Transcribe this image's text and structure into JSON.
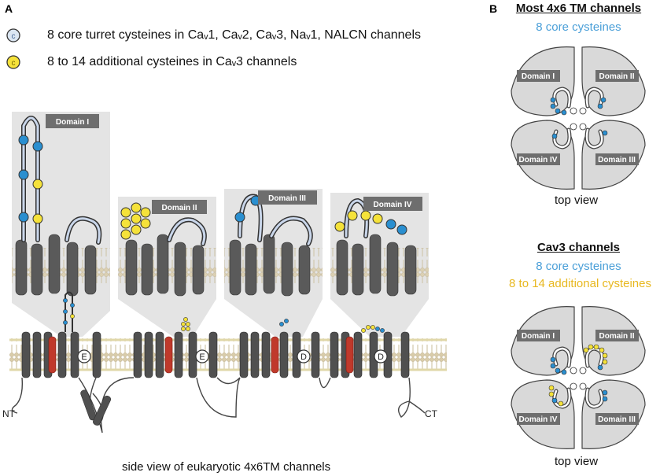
{
  "panelA": {
    "letter": "A",
    "legend": [
      {
        "circle_letter": "c",
        "color": "#7f9fc9",
        "text": "8 core turret cysteines in Caᵥ1, Caᵥ2, Caᵥ3, Naᵥ1, NALCN channels"
      },
      {
        "circle_letter": "c",
        "color": "#f5e23a",
        "text": "8 to 14 additional cysteines in Caᵥ3 channels"
      }
    ],
    "domains": [
      "Domain I",
      "Domain II",
      "Domain III",
      "Domain IV"
    ],
    "filter_letters": [
      "E",
      "E",
      "D",
      "D"
    ],
    "nt_label": "NT",
    "ct_label": "CT",
    "caption": "side view of eukaryotic 4x6TM channels"
  },
  "panelB": {
    "letter": "B",
    "top": {
      "title": "Most 4x6 TM channels",
      "subtitle": "8 core cysteines",
      "domains": [
        "Domain I",
        "Domain II",
        "Domain IV",
        "Domain III"
      ],
      "caption": "top view"
    },
    "bottom": {
      "title": "Cav3 channels",
      "subtitle1": "8 core cysteines",
      "subtitle2": "8 to 14 additional cysteines",
      "domains": [
        "Domain I",
        "Domain II",
        "Domain IV",
        "Domain III"
      ],
      "caption": "top view"
    }
  },
  "colors": {
    "core_blue": "#2a8fd0",
    "additional_yellow": "#f5e23a",
    "membrane": "#e6dcc0",
    "helix": "#555555",
    "callout_gray": "#e2e2e2"
  }
}
